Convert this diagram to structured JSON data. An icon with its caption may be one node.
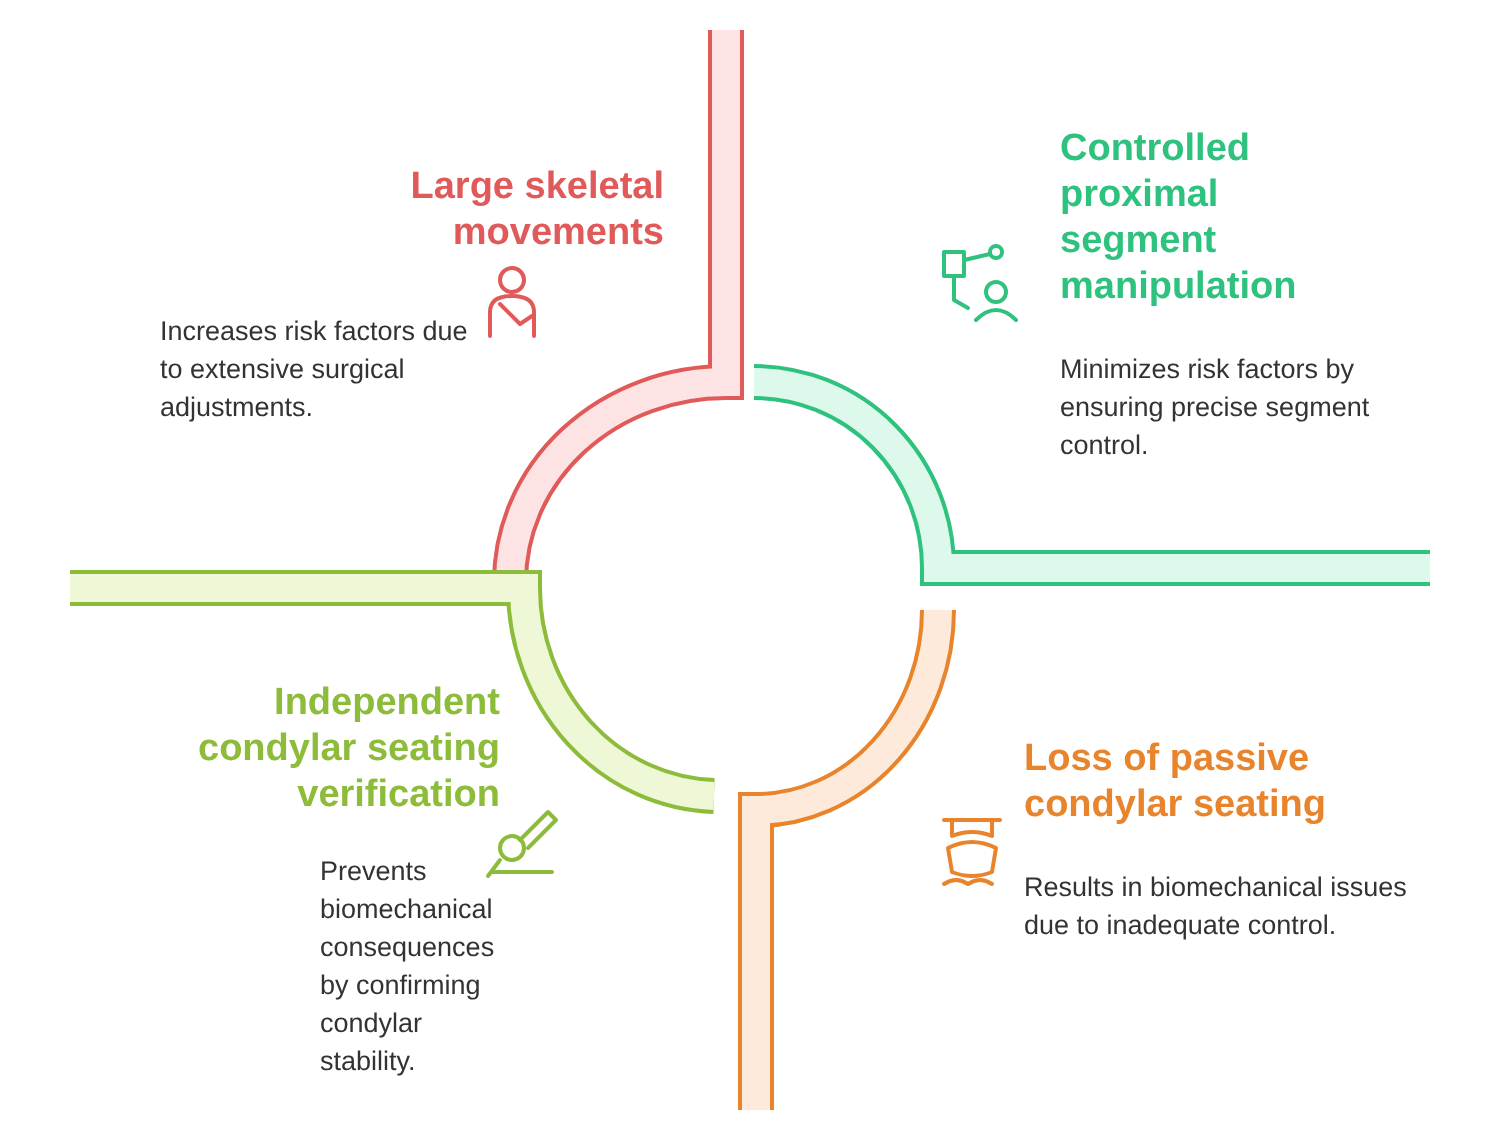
{
  "diagram": {
    "nodes": [
      {
        "text": [
          "Large skeletal movements",
          "Increases risk factors due to extensive surgical adjustments."
        ]
      },
      {
        "text": [
          "Controlled proximal segment manipulation",
          "Minimizes risk factors by ensuring precise segment control."
        ]
      },
      {
        "text": [
          "Independent condylar seating verification",
          "Prevents biomechanical consequences by confirming condylar stability."
        ]
      },
      {
        "text": [
          "Loss of passive condylar seating",
          "Results in biomechanical issues due to inadequate control."
        ]
      }
    ]
  }
}
